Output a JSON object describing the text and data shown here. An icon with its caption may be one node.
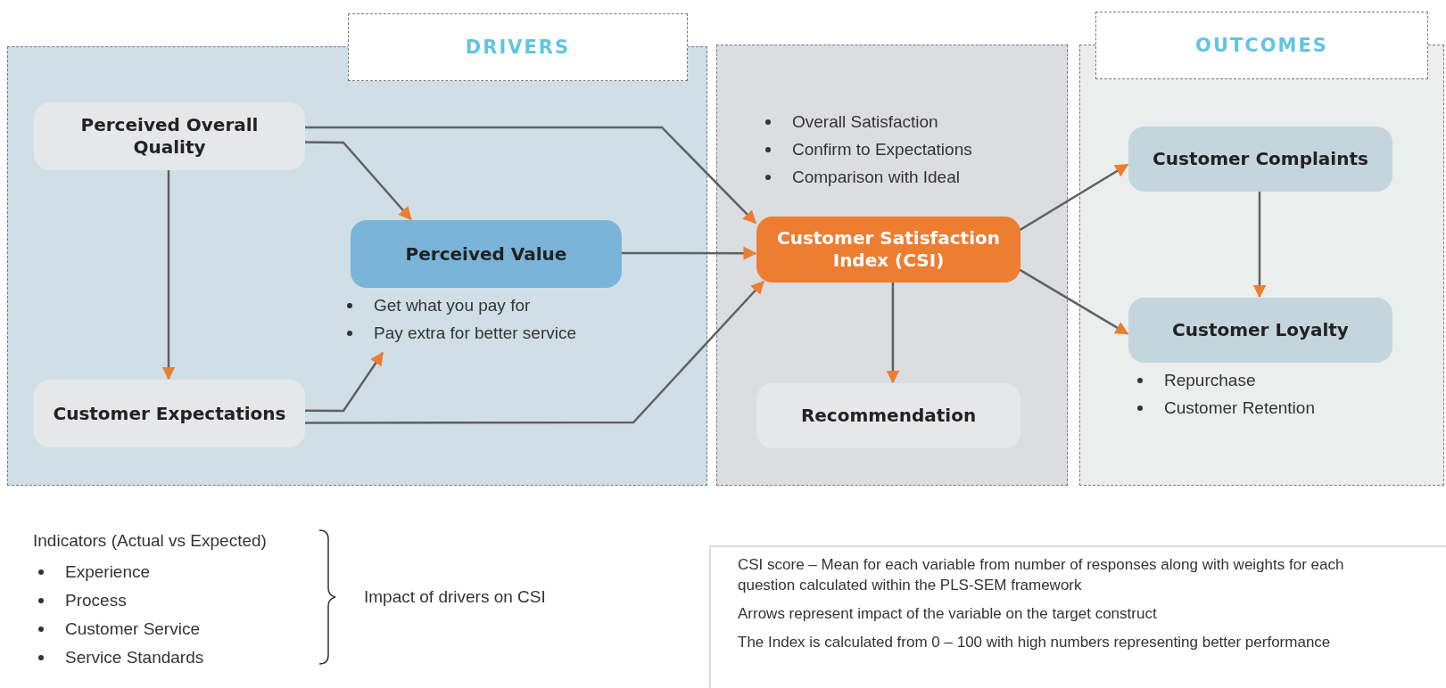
{
  "diagram": {
    "nodes": [
      {
        "text": [
          "DRIVERS"
        ]
      },
      {
        "text": [
          "Perceived Overall Quality"
        ],
        "in": 0
      },
      {
        "text": [
          "Perceived Value"
        ],
        "in": 0,
        "beside": [
          "Get what you pay for",
          "Pay extra for better service"
        ]
      },
      {
        "text": [
          "Customer Expectations"
        ],
        "in": 0
      },
      {
        "text": [],
        "shape": "box"
      },
      {
        "text": [
          "Customer Satisfaction Index (CSI)"
        ],
        "in": 4,
        "beside": [
          "Overall Satisfaction",
          "Confirm to Expectations",
          "Comparison with Ideal"
        ]
      },
      {
        "text": [
          "Recommendation"
        ],
        "in": 4
      },
      {
        "text": [
          "OUTCOMES"
        ]
      },
      {
        "text": [
          "Customer Complaints"
        ],
        "in": 7
      },
      {
        "text": [
          "Customer Loyalty"
        ],
        "in": 7,
        "beside": [
          "Repurchase",
          "Customer Retention"
        ]
      },
      {
        "text": [
          "CSI score – Mean for each variable from number of responses along with weights for each question calculated within the PLS-SEM framework",
          "Arrows represent impact of the variable on the target construct",
          "The Index is calculated from 0 – 100 with high numbers representing better performance"
        ]
      }
    ],
    "edges": [
      {
        "from": 1,
        "to": 3,
        "arrow": "to"
      },
      {
        "from": 1,
        "to": 2,
        "arrow": "to"
      },
      {
        "from": 1,
        "to": 5,
        "arrow": "to"
      },
      {
        "from": 2,
        "to": 5,
        "arrow": "to"
      },
      {
        "from": 3,
        "to": 2,
        "arrow": "to"
      },
      {
        "from": 3,
        "to": 5,
        "arrow": "to"
      },
      {
        "from": 5,
        "to": 8,
        "arrow": "to"
      },
      {
        "from": 5,
        "to": 9,
        "arrow": "to"
      },
      {
        "from": 5,
        "to": 6,
        "arrow": "to"
      },
      {
        "from": 8,
        "to": 9,
        "arrow": "to"
      }
    ],
    "labels": [
      "Indicators (Actual vs Expected)",
      "Experience",
      "Process",
      "Customer Service",
      "Service Standards",
      "Impact of drivers on CSI"
    ]
  }
}
